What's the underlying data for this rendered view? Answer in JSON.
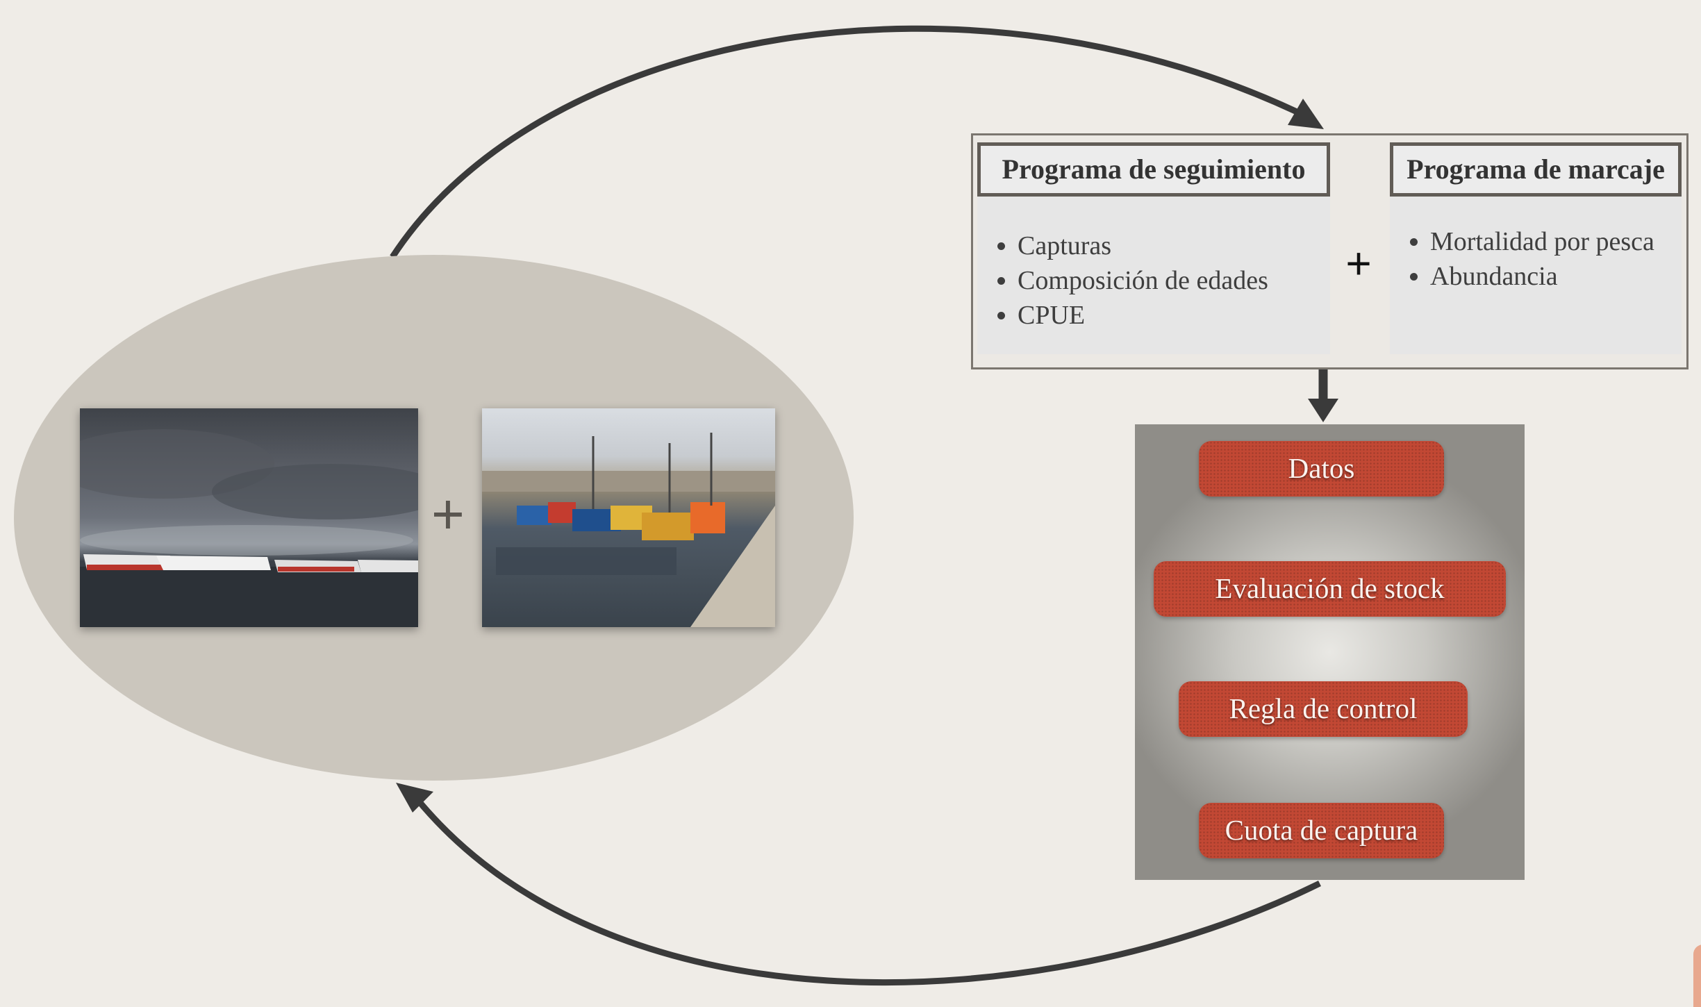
{
  "left_cluster": {
    "photos": [
      "storm-fishing-fleet-photo",
      "harbor-fishing-boats-photo"
    ],
    "plus": "+"
  },
  "monitoring": {
    "title": "Programa de seguimiento",
    "items": [
      "Capturas",
      "Composición de edades",
      "CPUE"
    ]
  },
  "tagging": {
    "title": "Programa de marcaje",
    "items": [
      "Mortalidad por pesca",
      "Abundancia"
    ]
  },
  "middle_plus": "+",
  "process": {
    "steps": [
      "Datos",
      "Evaluación de stock",
      "Regla de control",
      "Cuota de captura"
    ],
    "color": "#c24834"
  },
  "colors": {
    "background": "#efece7",
    "ellipse": "#cbc6bd",
    "arrow": "#3a3a3a"
  }
}
